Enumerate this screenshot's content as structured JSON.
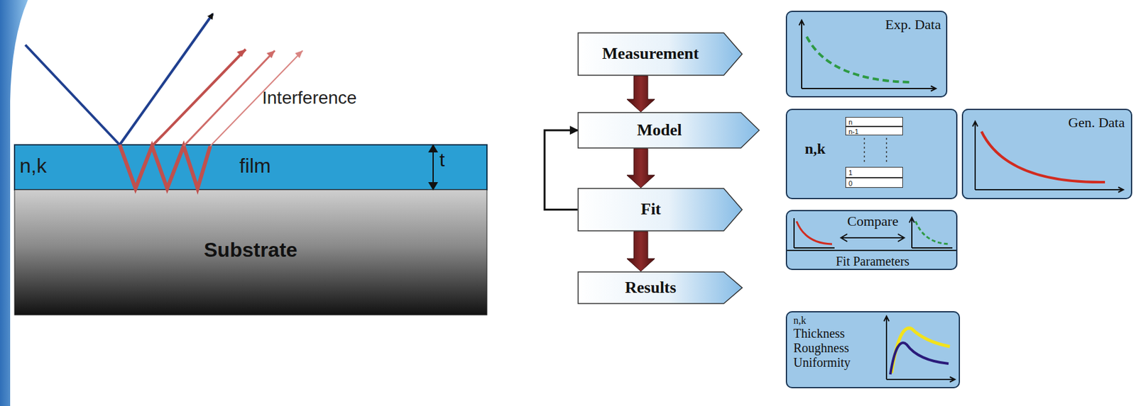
{
  "diagram": {
    "nodes": [
      {
        "text": [
          "n,k",
          "film"
        ]
      },
      {
        "text": [
          "Substrate"
        ]
      },
      {
        "text": [
          "Measurement"
        ]
      },
      {
        "text": [
          "Exp. Data"
        ]
      },
      {
        "text": [
          "Model"
        ]
      },
      {
        "text": [
          "n,k"
        ]
      },
      {
        "text": [
          "n"
        ],
        "in": 5
      },
      {
        "text": [
          "n-1"
        ],
        "in": 5
      },
      {
        "text": [
          "1"
        ],
        "in": 5
      },
      {
        "text": [
          "0"
        ],
        "in": 5
      },
      {
        "text": [
          "Gen. Data"
        ]
      },
      {
        "text": [
          "Fit"
        ]
      },
      {
        "text": [
          "Compare",
          "Fit Parameters"
        ]
      },
      {
        "text": [
          "Results"
        ]
      },
      {
        "text": [
          "n,k",
          "Thickness",
          "Roughness",
          "Uniformity"
        ]
      }
    ],
    "edges": [
      {
        "from": 2,
        "to": 4,
        "arrow": "to"
      },
      {
        "from": 4,
        "to": 11,
        "arrow": "to"
      },
      {
        "from": 11,
        "to": 13,
        "arrow": "to"
      },
      {
        "from": 11,
        "to": 4,
        "arrow": "to"
      }
    ],
    "labels": [
      "Interference",
      "t"
    ]
  }
}
